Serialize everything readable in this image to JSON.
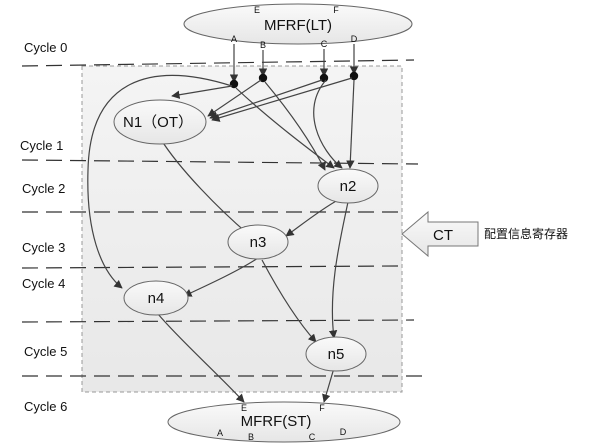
{
  "cycles": [
    "Cycle 0",
    "Cycle 1",
    "Cycle 2",
    "Cycle 3",
    "Cycle 4",
    "Cycle 5",
    "Cycle 6"
  ],
  "top_node": {
    "label": "MFRF(LT)",
    "ports_top": [
      "E",
      "F"
    ],
    "ports_bottom": [
      "A",
      "B",
      "C",
      "D"
    ]
  },
  "bottom_node": {
    "label": "MFRF(ST)",
    "ports_top": [
      "E",
      "F"
    ],
    "ports_bottom": [
      "A",
      "B",
      "C",
      "D"
    ]
  },
  "nodes": {
    "n1": "N1（OT）",
    "n2": "n2",
    "n3": "n3",
    "n4": "n4",
    "n5": "n5"
  },
  "ct_label": "CT",
  "config_label": "配置信息寄存器",
  "colors": {
    "stroke": "#444444",
    "region_fill": "#eeeeee",
    "ellipse_fill": "#f2f2f2"
  }
}
